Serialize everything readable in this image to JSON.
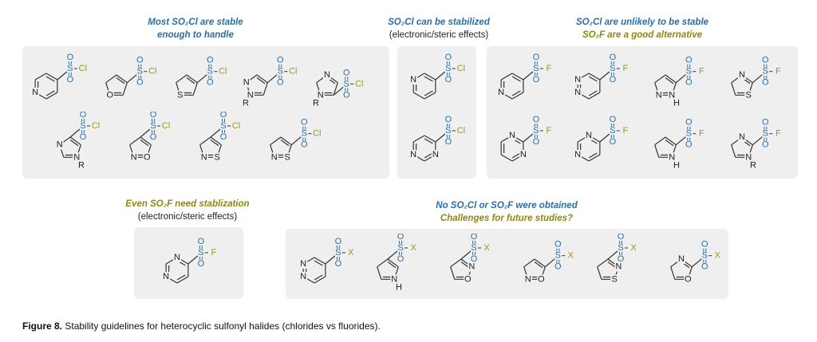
{
  "colors": {
    "sulfonyl": "#2a6fa8",
    "halogen": "#9a9a10",
    "bond": "#333333"
  },
  "panels": {
    "a": {
      "title1": "Most SO₂Cl are stable",
      "title2": "enough to handle"
    },
    "b": {
      "title1": "SO₂Cl can be stabilized",
      "title2": "(electronic/steric effects)"
    },
    "c": {
      "title1": "SO₂Cl are unlikely to be stable",
      "title2": "SO₂F are a good alternative"
    },
    "d": {
      "title1": "Even SO₂F need stablization",
      "title2": "(electronic/steric effects)"
    },
    "e": {
      "title1": "No SO₂Cl or SO₂F were obtained",
      "title2": "Challenges for future studies?"
    }
  },
  "molecules": {
    "a": [
      {
        "ring": 6,
        "atoms": [
          "",
          "",
          "",
          "",
          "N",
          ""
        ],
        "attach": 1,
        "x": "Cl"
      },
      {
        "ring": 5,
        "atoms": [
          "",
          "",
          "",
          "O",
          ""
        ],
        "attach": 1,
        "x": "Cl"
      },
      {
        "ring": 5,
        "atoms": [
          "",
          "",
          "",
          "S",
          ""
        ],
        "attach": 1,
        "x": "Cl"
      },
      {
        "ring": 5,
        "atoms": [
          "",
          "",
          "",
          "N",
          "N"
        ],
        "attach": 1,
        "x": "Cl",
        "sub": {
          "at": 3,
          "text": "R"
        }
      },
      {
        "ring": 5,
        "atoms": [
          "N",
          "",
          "",
          "N",
          ""
        ],
        "attach": 2,
        "x": "Cl",
        "sub": {
          "at": 3,
          "text": "R"
        }
      },
      {
        "ring": 5,
        "atoms": [
          "",
          "",
          "N",
          "",
          "N"
        ],
        "attach": 0,
        "x": "Cl",
        "sub": {
          "at": 2,
          "text": "R"
        }
      },
      {
        "ring": 5,
        "atoms": [
          "",
          "",
          "O",
          "N",
          ""
        ],
        "attach": 0,
        "x": "Cl"
      },
      {
        "ring": 5,
        "atoms": [
          "",
          "",
          "S",
          "N",
          ""
        ],
        "attach": 0,
        "x": "Cl"
      },
      {
        "ring": 5,
        "atoms": [
          "",
          "",
          "S",
          "N",
          ""
        ],
        "attach": 1,
        "x": "Cl"
      }
    ],
    "b": [
      {
        "ring": 6,
        "atoms": [
          "",
          "",
          "",
          "",
          "",
          "N"
        ],
        "attach": 1,
        "x": "Cl"
      },
      {
        "ring": 6,
        "atoms": [
          "",
          "",
          "N",
          "",
          "N",
          ""
        ],
        "attach": 1,
        "x": "Cl"
      }
    ],
    "c": [
      {
        "ring": 6,
        "atoms": [
          "",
          "",
          "",
          "",
          "N",
          ""
        ],
        "attach": 1,
        "x": "F"
      },
      {
        "ring": 6,
        "atoms": [
          "",
          "",
          "",
          "",
          "N",
          "N"
        ],
        "attach": 1,
        "x": "F"
      },
      {
        "ring": 5,
        "atoms": [
          "",
          "",
          "N",
          "N",
          ""
        ],
        "attach": 1,
        "x": "F",
        "sub": {
          "at": 2,
          "text": "H"
        }
      },
      {
        "ring": 5,
        "atoms": [
          "N",
          "",
          "S",
          "",
          ""
        ],
        "attach": 1,
        "x": "F"
      },
      {
        "ring": 6,
        "atoms": [
          "N",
          "",
          "N",
          "",
          "",
          ""
        ],
        "attach": 1,
        "x": "F"
      },
      {
        "ring": 6,
        "atoms": [
          "N",
          "",
          "",
          "",
          "N",
          ""
        ],
        "attach": 1,
        "x": "F"
      },
      {
        "ring": 5,
        "atoms": [
          "",
          "",
          "N",
          "",
          ""
        ],
        "attach": 1,
        "x": "F",
        "sub": {
          "at": 2,
          "text": "H"
        }
      },
      {
        "ring": 5,
        "atoms": [
          "N",
          "",
          "N",
          "",
          ""
        ],
        "attach": 1,
        "x": "F",
        "sub": {
          "at": 2,
          "text": "R"
        }
      }
    ],
    "d": [
      {
        "ring": 6,
        "atoms": [
          "N",
          "",
          "",
          "",
          "N",
          ""
        ],
        "attach": 1,
        "x": "F"
      }
    ],
    "e": [
      {
        "ring": 6,
        "atoms": [
          "",
          "",
          "",
          "",
          "N",
          "N"
        ],
        "attach": 1,
        "x": "X"
      },
      {
        "ring": 5,
        "atoms": [
          "",
          "",
          "N",
          "",
          ""
        ],
        "attach": 0,
        "x": "X",
        "sub": {
          "at": 2,
          "text": "H"
        }
      },
      {
        "ring": 5,
        "atoms": [
          "",
          "N",
          "O",
          "",
          ""
        ],
        "attach": 0,
        "x": "X"
      },
      {
        "ring": 5,
        "atoms": [
          "",
          "",
          "O",
          "N",
          ""
        ],
        "attach": 1,
        "x": "X"
      },
      {
        "ring": 5,
        "atoms": [
          "",
          "N",
          "S",
          "",
          ""
        ],
        "attach": 0,
        "x": "X"
      },
      {
        "ring": 5,
        "atoms": [
          "N",
          "",
          "O",
          "",
          ""
        ],
        "attach": 1,
        "x": "X"
      }
    ]
  },
  "caption": {
    "label": "Figure 8.",
    "text": " Stability guidelines for heterocyclic sulfonyl halides (chlorides vs fluorides)."
  }
}
